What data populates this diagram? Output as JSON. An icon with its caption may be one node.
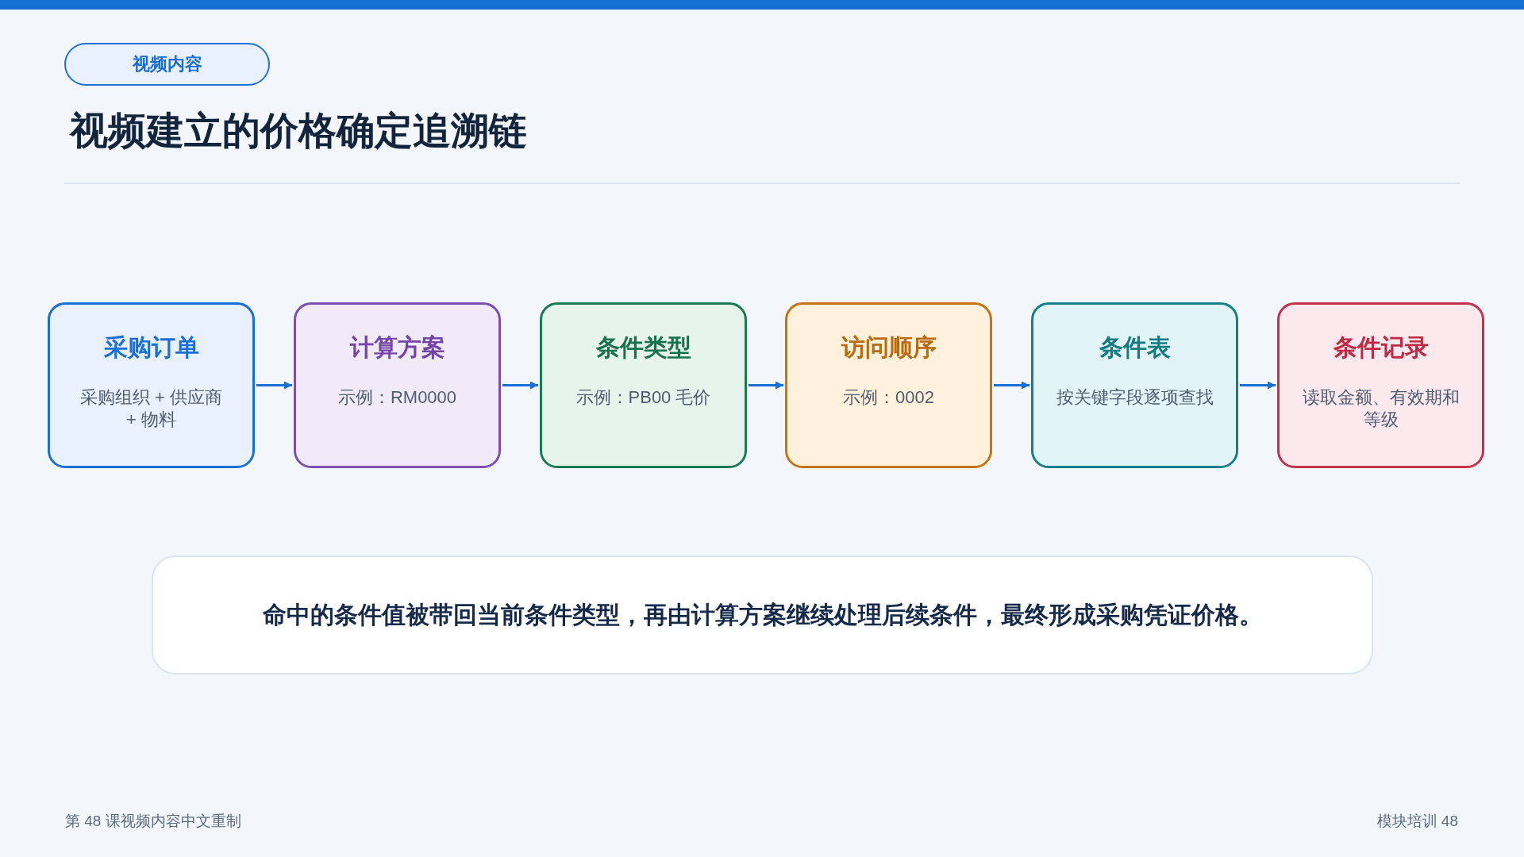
{
  "diagram": {
    "title": "视频建立的价格确定追溯链",
    "nodes": [
      {
        "text": [
          "视频内容"
        ]
      },
      {
        "text": [
          "采购订单",
          "采购组织 + 供应商 + 物料"
        ]
      },
      {
        "text": [
          "计算方案",
          "示例：RM0000"
        ]
      },
      {
        "text": [
          "条件类型",
          "示例：PB00 毛价"
        ]
      },
      {
        "text": [
          "访问顺序",
          "示例：0002"
        ]
      },
      {
        "text": [
          "条件表",
          "按关键字段逐项查找"
        ]
      },
      {
        "text": [
          "条件记录",
          "读取金额、有效期和等级"
        ]
      },
      {
        "text": [
          "命中的条件值被带回当前条件类型，再由计算方案继续处理后续条件，最终形成采购凭证价格。"
        ]
      }
    ],
    "edges": [
      {
        "from": 1,
        "to": 2,
        "arrow": "to"
      },
      {
        "from": 2,
        "to": 3,
        "arrow": "to"
      },
      {
        "from": 3,
        "to": 4,
        "arrow": "to"
      },
      {
        "from": 4,
        "to": 5,
        "arrow": "to"
      },
      {
        "from": 5,
        "to": 6,
        "arrow": "to"
      }
    ],
    "labels": [
      "第 48 课视频内容中文重制",
      "模块培训 48"
    ]
  }
}
